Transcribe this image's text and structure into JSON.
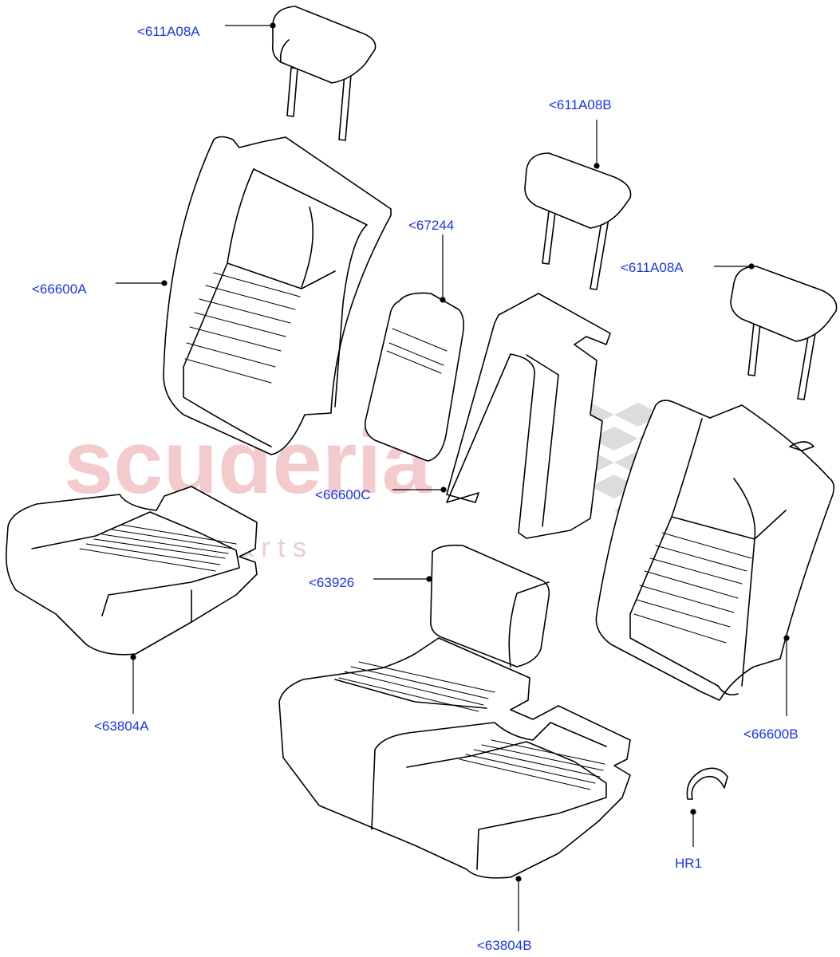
{
  "watermark": {
    "brand": "scuderia",
    "sub": "c a r   p a r t s",
    "brand_color": "#f3c6c8",
    "check_color": "#d9d9d9"
  },
  "colors": {
    "label": "#1a35e6",
    "line": "#000000"
  },
  "callouts": {
    "headrest_left": "<611A08A",
    "headrest_center": "<611A08B",
    "headrest_right": "<611A08A",
    "armrest": "<67244",
    "backrest_left": "<66600A",
    "backrest_center": "<66600C",
    "backrest_right": "<66600B",
    "armrest_cover": "<63926",
    "cushion_left": "<63804A",
    "cushion_center": "<63804B",
    "hook": "HR1"
  }
}
